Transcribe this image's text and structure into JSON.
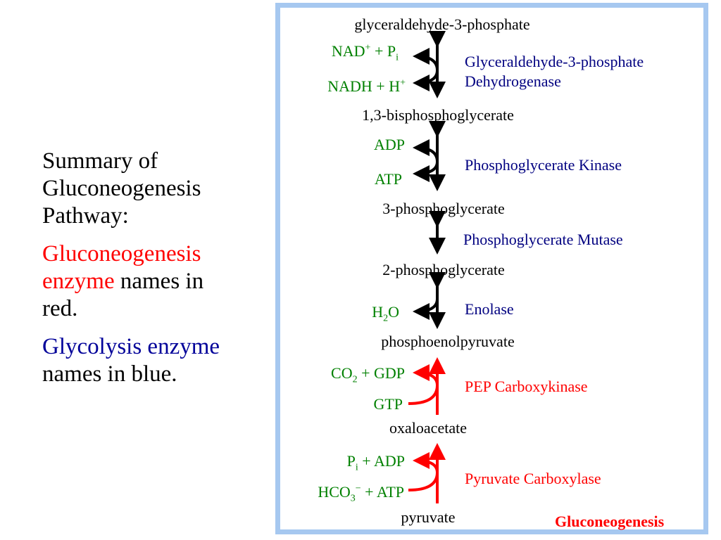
{
  "summary": {
    "title_line1": "Summary of",
    "title_line2": "Gluconeogenesis",
    "title_line3": "Pathway:",
    "red_part1": "Gluconeogenesis",
    "red_part2": "enzyme",
    "red_rest1": " names in",
    "red_rest2": "red.",
    "blue_part": "Glycolysis enzyme",
    "blue_rest": "names in blue."
  },
  "metabolites": {
    "m1": "glyceraldehyde-3-phosphate",
    "m2": "1,3-bisphosphoglycerate",
    "m3": "3-phosphoglycerate",
    "m4": "2-phosphoglycerate",
    "m5": "phosphoenolpyruvate",
    "m6": "oxaloacetate",
    "m7": "pyruvate"
  },
  "cofactors": {
    "nad_main": "NAD",
    "nad_sup": "+",
    "nad_plus": " + P",
    "nad_sub": "i",
    "nadh_main": "NADH + H",
    "nadh_sup": "+",
    "adp1": "ADP",
    "atp1": "ATP",
    "h2o_h": "H",
    "h2o_sub": "2",
    "h2o_o": "O",
    "co2_c": "CO",
    "co2_sub": "2",
    "co2_rest": " + GDP",
    "gtp": "GTP",
    "pi_p": "P",
    "pi_sub": "i",
    "pi_rest": " + ADP",
    "hco3_hco": "HCO",
    "hco3_sub": "3",
    "hco3_sup": "−",
    "hco3_rest": " + ATP"
  },
  "enzymes": {
    "gapdh_line1": "Glyceraldehyde-3-phosphate",
    "gapdh_line2": "Dehydrogenase",
    "pgk": "Phosphoglycerate Kinase",
    "pgm": "Phosphoglycerate Mutase",
    "enolase": "Enolase",
    "pepck": "PEP Carboxykinase",
    "pc": "Pyruvate Carboxylase"
  },
  "footer_label": "Gluconeogenesis",
  "colors": {
    "panel_border": "#a6c8f0",
    "gluconeogenesis_red": "#ff0000",
    "glycolysis_blue": "#000080",
    "cofactor_green": "#008000",
    "reversible_arrow": "#000000"
  }
}
